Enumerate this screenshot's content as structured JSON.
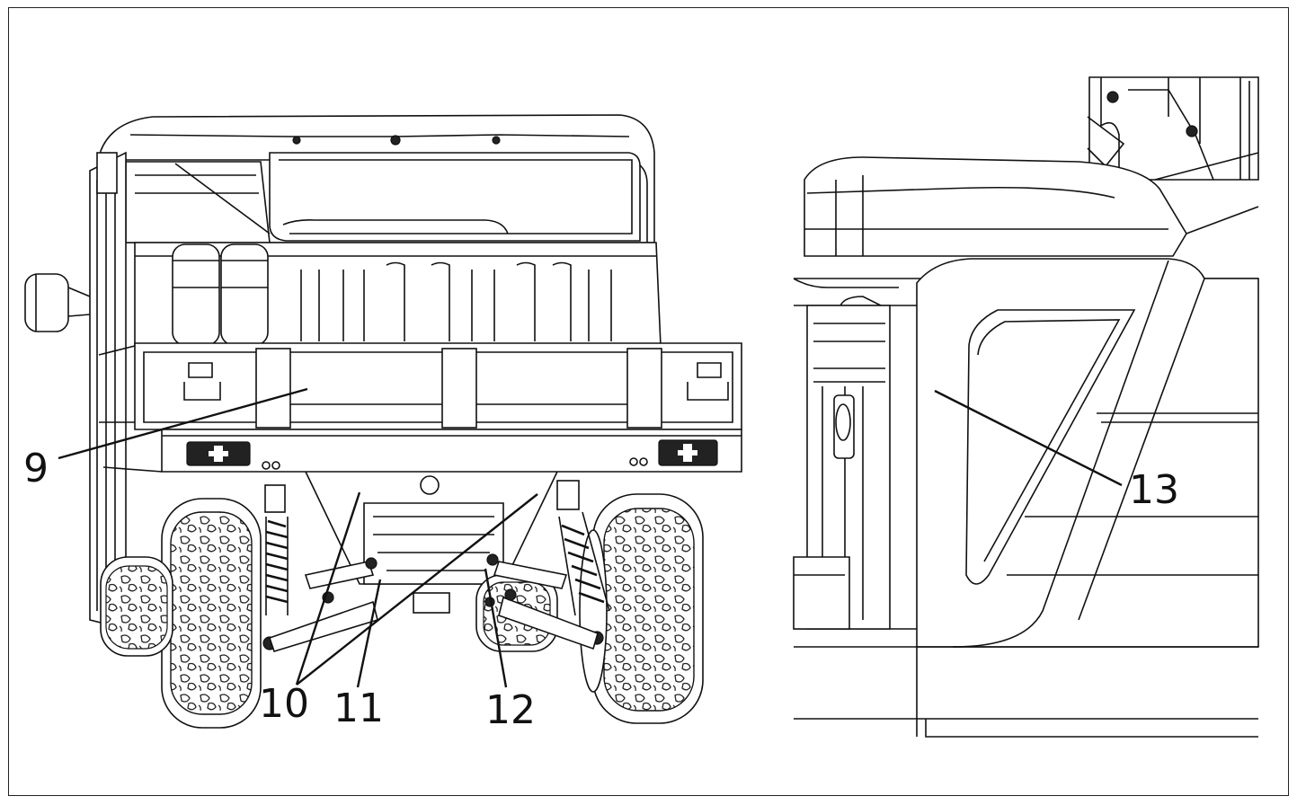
{
  "figure": {
    "left_view": {
      "callouts": [
        {
          "id": "c9",
          "label": "9"
        },
        {
          "id": "c10",
          "label": "10"
        },
        {
          "id": "c11",
          "label": "11"
        },
        {
          "id": "c12",
          "label": "12"
        }
      ]
    },
    "right_view": {
      "callouts": [
        {
          "id": "c13",
          "label": "13"
        }
      ]
    }
  }
}
